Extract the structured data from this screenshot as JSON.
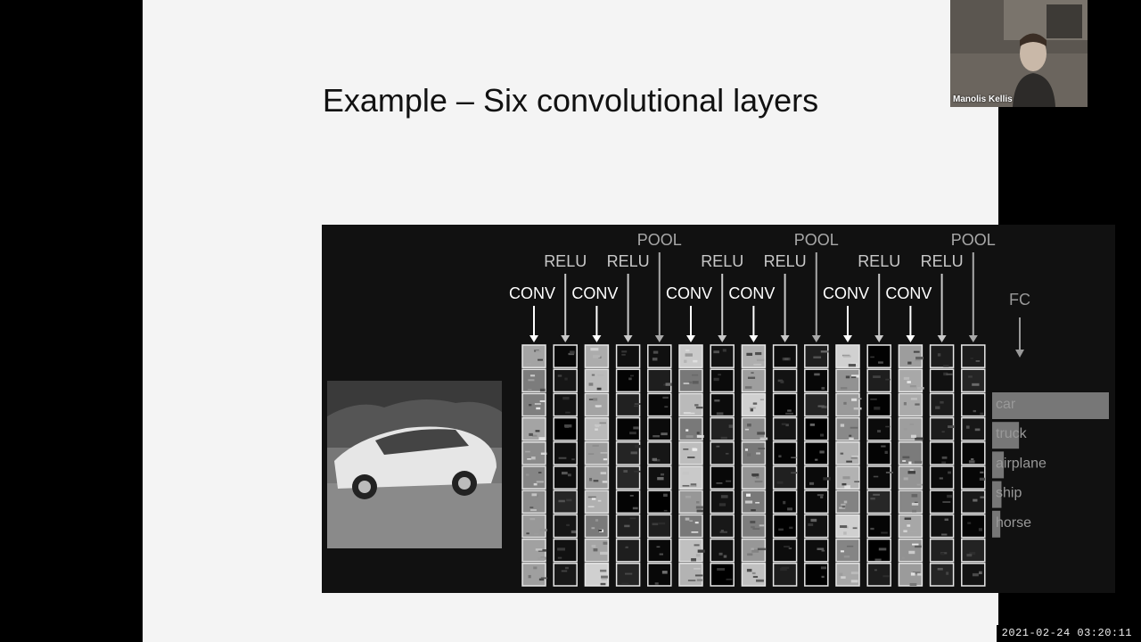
{
  "slide": {
    "title": "Example – Six convolutional layers"
  },
  "diagram": {
    "layers": [
      {
        "type": "CONV"
      },
      {
        "type": "RELU"
      },
      {
        "type": "CONV"
      },
      {
        "type": "RELU"
      },
      {
        "type": "POOL"
      },
      {
        "type": "CONV"
      },
      {
        "type": "RELU"
      },
      {
        "type": "CONV"
      },
      {
        "type": "RELU"
      },
      {
        "type": "POOL"
      },
      {
        "type": "CONV"
      },
      {
        "type": "RELU"
      },
      {
        "type": "CONV"
      },
      {
        "type": "RELU"
      },
      {
        "type": "POOL"
      }
    ],
    "fc_label": "FC",
    "predictions": [
      {
        "label": "car",
        "score": 1.0
      },
      {
        "label": "truck",
        "score": 0.23
      },
      {
        "label": "airplane",
        "score": 0.1
      },
      {
        "label": "ship",
        "score": 0.08
      },
      {
        "label": "horse",
        "score": 0.07
      }
    ],
    "colors": {
      "conv": "#ffffff",
      "relu": "#c8c8c8",
      "pool": "#a8a8a8",
      "bar": "#777777"
    }
  },
  "webcam": {
    "name": "Manolis Kellis"
  },
  "timestamp": "2021-02-24 03:20:11"
}
